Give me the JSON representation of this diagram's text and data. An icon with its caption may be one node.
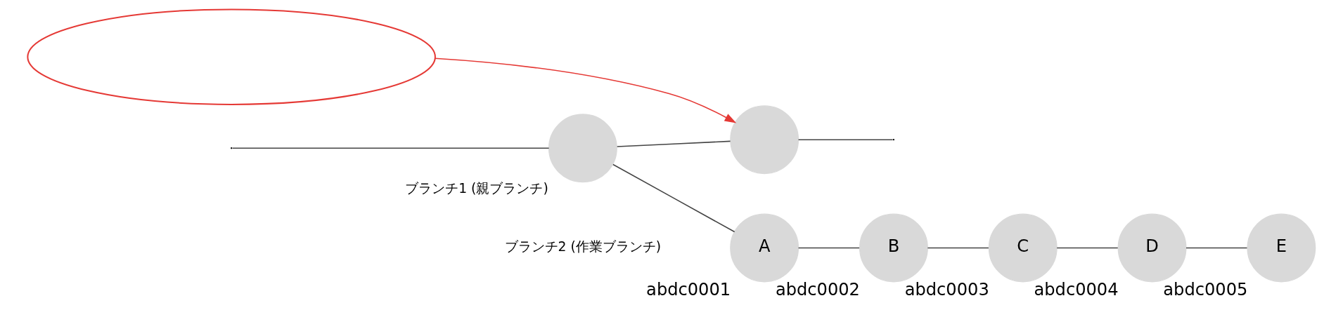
{
  "diagram": {
    "nodes": [
      {
        "text": [],
        "shape": "circle",
        "beside": [
          "ブランチ1 (親ブランチ)"
        ]
      },
      {
        "text": [],
        "shape": "circle"
      },
      {
        "text": [],
        "shape": "ellipse"
      },
      {
        "text": [
          "A"
        ],
        "beside": [
          "abdc0001"
        ]
      },
      {
        "text": [
          "B"
        ],
        "beside": [
          "abdc0002"
        ]
      },
      {
        "text": [
          "C"
        ],
        "beside": [
          "abdc0003"
        ]
      },
      {
        "text": [
          "D"
        ],
        "beside": [
          "abdc0004"
        ]
      },
      {
        "text": [
          "E"
        ],
        "beside": [
          "abdc0005"
        ]
      }
    ],
    "edges": [
      {
        "from": null,
        "to": 0,
        "arrow": "none"
      },
      {
        "from": 0,
        "to": 1,
        "arrow": "none"
      },
      {
        "from": 1,
        "to": null,
        "arrow": "none"
      },
      {
        "from": 0,
        "to": 3,
        "arrow": "none"
      },
      {
        "from": 3,
        "to": 4,
        "arrow": "none"
      },
      {
        "from": 4,
        "to": 5,
        "arrow": "none"
      },
      {
        "from": 5,
        "to": 6,
        "arrow": "none"
      },
      {
        "from": 6,
        "to": 7,
        "arrow": "none"
      },
      {
        "from": 2,
        "to": 1,
        "arrow": "to",
        "color": "#e53935"
      }
    ],
    "labels": [
      "ブランチ2 (作業ブランチ)"
    ]
  }
}
